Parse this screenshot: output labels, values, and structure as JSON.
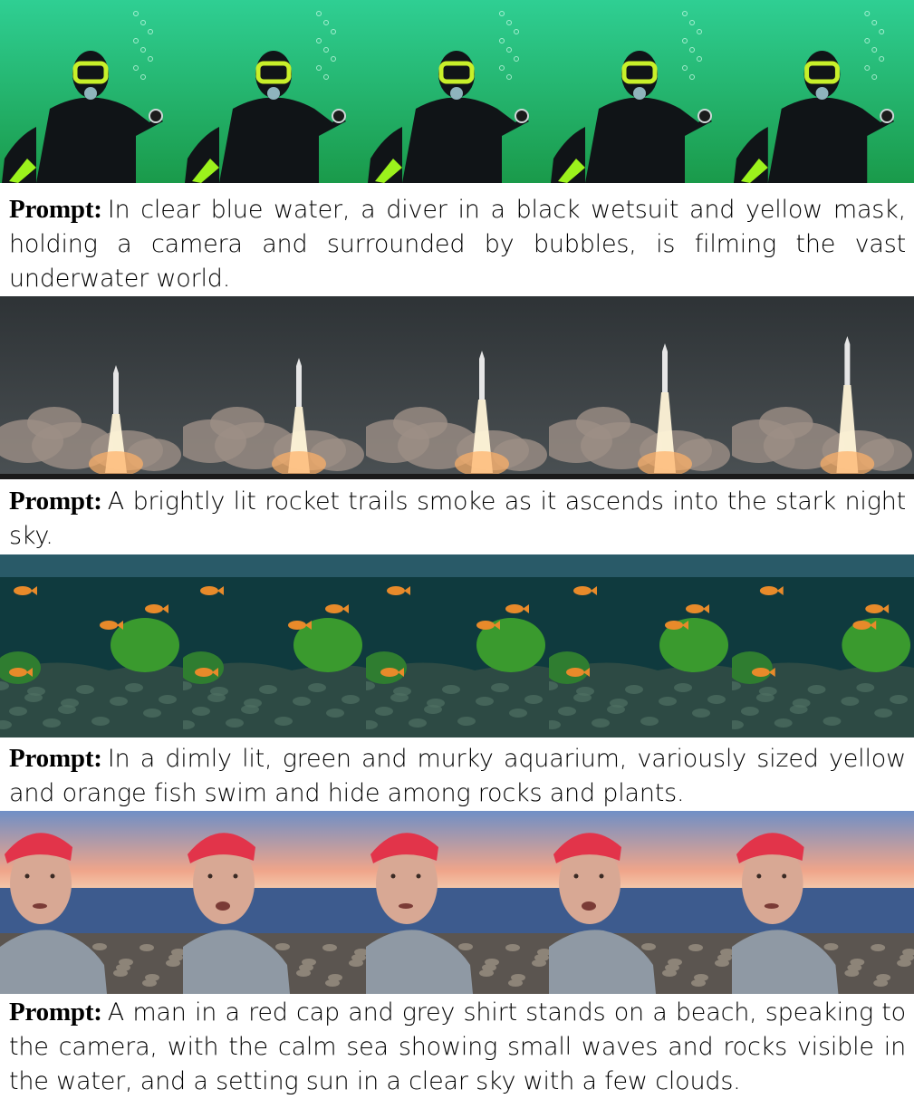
{
  "rows": [
    {
      "label": "Prompt:",
      "text": "In clear blue water, a diver in a black wetsuit and yellow mask, holding a camera and surrounded by bubbles, is filming the vast underwater world.",
      "frame_count": 5,
      "palette": {
        "bg_top": "#2fcf93",
        "bg_bottom": "#1a9a4a",
        "suit": "#101417",
        "mask": "#c8f02a"
      }
    },
    {
      "label": "Prompt:",
      "text": "A brightly lit rocket trails smoke as it ascends into the stark night sky.",
      "frame_count": 5,
      "palette": {
        "sky_top": "#2e3336",
        "sky_bottom": "#4a5053",
        "smoke": "#9c8f86",
        "flame": "#fff4d8"
      }
    },
    {
      "label": "Prompt:",
      "text": "In a dimly lit, green and murky aquarium, variously sized yellow and orange fish swim and hide among rocks and plants.",
      "frame_count": 5,
      "palette": {
        "water": "#0f3a3e",
        "plant": "#3a9a2e",
        "rock": "#2d4a44",
        "fish": "#e88a2a"
      }
    },
    {
      "label": "Prompt:",
      "text": "A man in a red cap and grey shirt stands on a beach, speaking to the camera, with the calm sea showing small waves and rocks visible in the water, and a setting sun in a clear sky with a few clouds.",
      "frame_count": 5,
      "palette": {
        "sky_top": "#6f8fc6",
        "sky_glow": "#f0a58a",
        "sea": "#3d5b8e",
        "cap": "#e2344a",
        "shirt": "#8f99a4",
        "skin": "#d8a894"
      }
    }
  ]
}
